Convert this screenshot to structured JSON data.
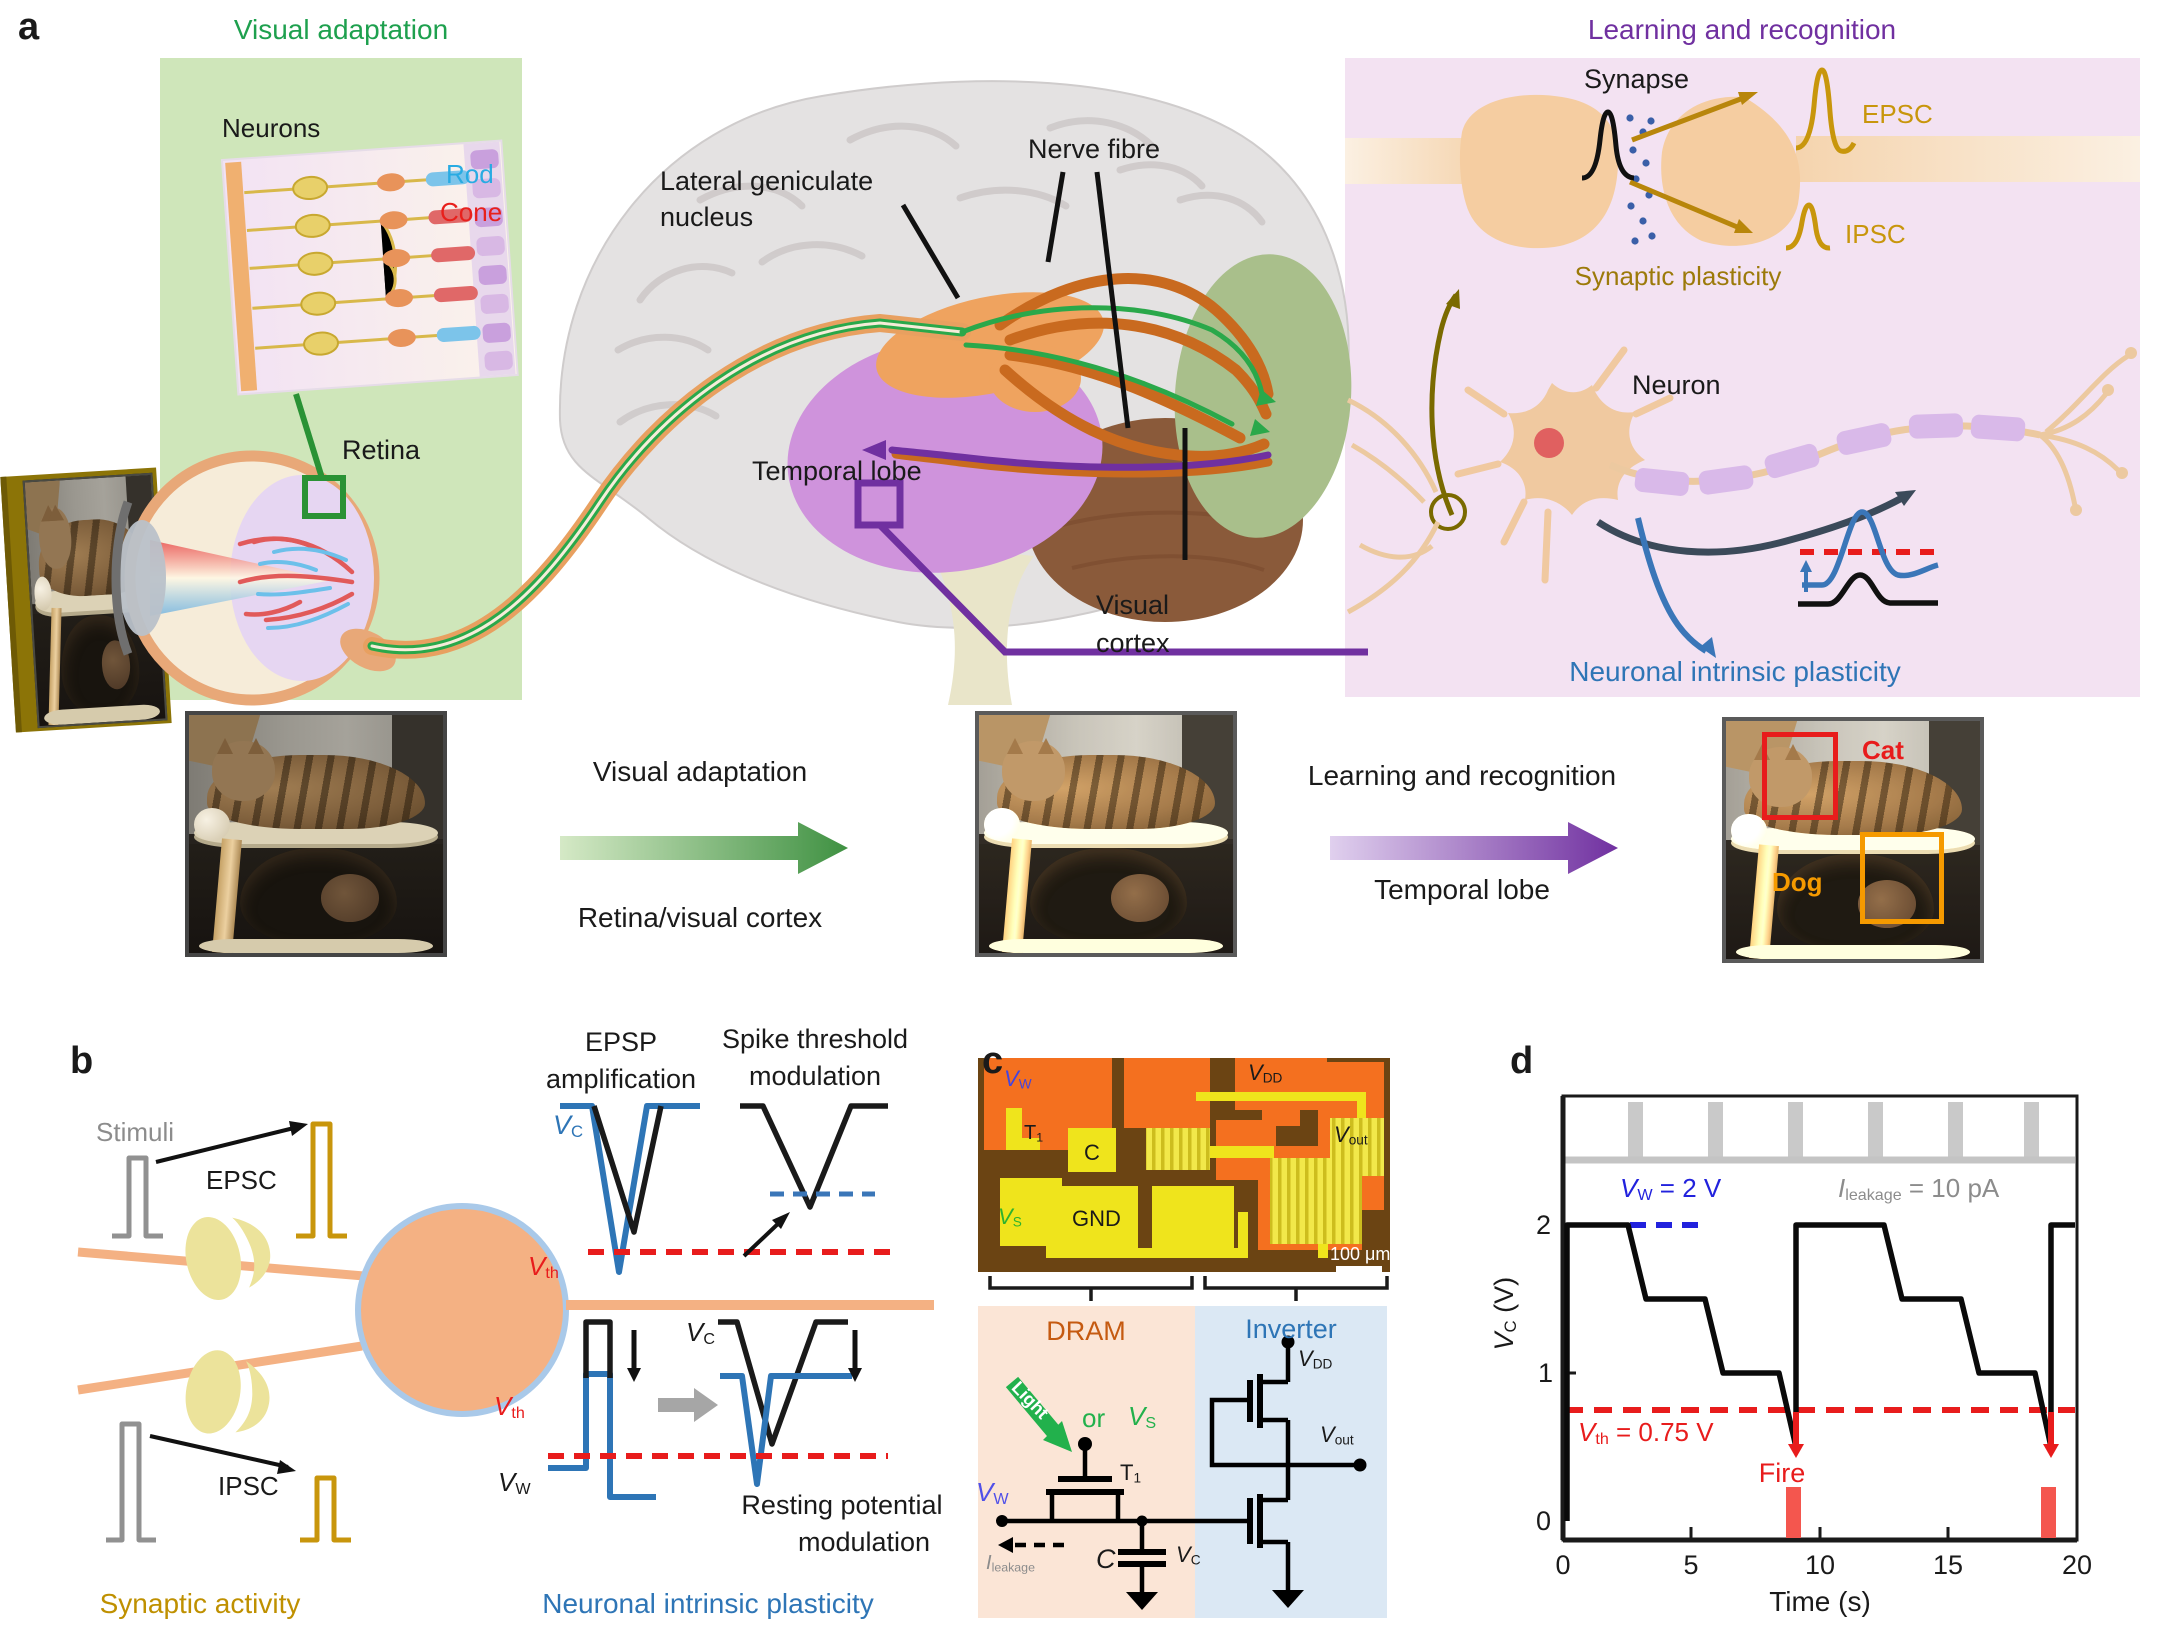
{
  "panels": {
    "a": "a",
    "b": "b",
    "c": "c",
    "d": "d"
  },
  "sym": {
    "V": "V",
    "I": "I",
    "T": "T",
    "C": "C",
    "sub": {
      "C": "C",
      "W": "W",
      "th": "th",
      "S": "S",
      "DD": "DD",
      "out": "out",
      "leakage": "leakage",
      "one": "1"
    }
  },
  "colors": {
    "green_title": "#1ea04e",
    "purple_title": "#7030a0",
    "rod_blue": "#29abe2",
    "cone_red": "#e8201c",
    "gold": "#c8960c",
    "dark_gold": "#9c7a0a",
    "plasticity_blue": "#2e75b6",
    "dram_orange": "#c55a11",
    "threshold_red": "#e81c1c",
    "circuit_green": "#22b14c",
    "vw_blue": "#5050e8",
    "fire_red": "#f4564e"
  },
  "panel_a": {
    "visual_adaptation_title": "Visual adaptation",
    "learning_title": "Learning and recognition",
    "neurons": "Neurons",
    "rod": "Rod",
    "cone": "Cone",
    "retina": "Retina",
    "lgn_l1": "Lateral geniculate",
    "lgn_l2": "nucleus",
    "nerve_fibre": "Nerve fibre",
    "temporal_lobe": "Temporal lobe",
    "visual_l1": "Visual",
    "visual_l2": "cortex",
    "synapse": "Synapse",
    "epsc": "EPSC",
    "ipsc": "IPSC",
    "synaptic_plasticity": "Synaptic plasticity",
    "neuron": "Neuron",
    "neuronal_intrinsic_plasticity": "Neuronal intrinsic plasticity",
    "flow1_label": "Visual adaptation",
    "flow1_sub": "Retina/visual cortex",
    "flow2_label": "Learning and recognition",
    "flow2_sub": "Temporal lobe",
    "cat": "Cat",
    "dog": "Dog"
  },
  "panel_b": {
    "stimuli": "Stimuli",
    "epsc": "EPSC",
    "ipsc": "IPSC",
    "epsp_l1": "EPSP",
    "epsp_l2": "amplification",
    "spike_l1": "Spike threshold",
    "spike_l2": "modulation",
    "resting_l1": "Resting potential",
    "resting_l2": "modulation",
    "synaptic_activity": "Synaptic activity",
    "nip": "Neuronal intrinsic plasticity"
  },
  "panel_c": {
    "dram": "DRAM",
    "inverter": "Inverter",
    "gnd": "GND",
    "or": "or",
    "light": "Light",
    "scale": "100 μm"
  },
  "panel_d": {
    "vw_eq": " = 2 V",
    "ileak_eq": " = 10 pA",
    "vth_eq": " = 0.75 V",
    "fire": "Fire",
    "xlabel": "Time (s)",
    "ylabel_unit": " (V)",
    "xticks": [
      "0",
      "5",
      "10",
      "15",
      "20"
    ],
    "yticks": [
      "2",
      "1",
      "0"
    ],
    "chart_data": {
      "type": "line",
      "xlabel": "Time (s)",
      "ylabel": "V_C (V)",
      "xlim": [
        0,
        20
      ],
      "ylim": [
        0,
        2
      ],
      "grid": false,
      "series": [
        {
          "name": "V_C",
          "points": [
            [
              0.2,
              0
            ],
            [
              0.2,
              2
            ],
            [
              2.5,
              2
            ],
            [
              3.2,
              1.5
            ],
            [
              5.5,
              1.5
            ],
            [
              6.2,
              1.0
            ],
            [
              8.4,
              1.0
            ],
            [
              9.05,
              0.5
            ],
            [
              9.05,
              2
            ],
            [
              12.5,
              2
            ],
            [
              13.2,
              1.5
            ],
            [
              15.5,
              1.5
            ],
            [
              16.2,
              1.0
            ],
            [
              18.35,
              1.0
            ],
            [
              19.0,
              0.5
            ],
            [
              19.0,
              2
            ],
            [
              20,
              2
            ]
          ]
        }
      ],
      "annotations": {
        "write_voltage": "V_W = 2 V",
        "leakage": "I_leakage = 10 pA",
        "threshold_label": "V_th = 0.75 V",
        "threshold": 0.75,
        "fire_label": "Fire",
        "fire_times": [
          9,
          19
        ],
        "write_pulse_times": [
          2.9,
          6.0,
          9.1,
          12.2,
          15.3,
          18.4
        ]
      }
    }
  }
}
